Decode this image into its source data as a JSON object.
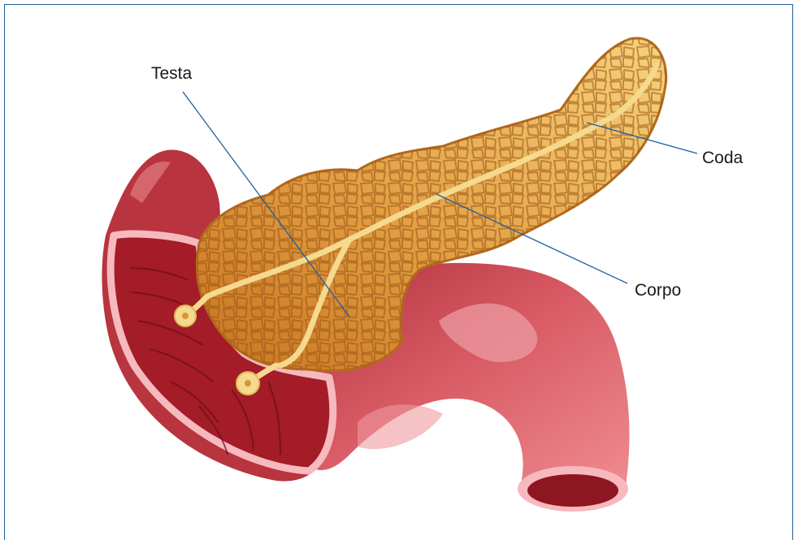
{
  "labels": {
    "head": "Testa",
    "body": "Corpo",
    "tail": "Coda"
  },
  "colors": {
    "frame_border": "#1f5f9a",
    "leader_line": "#1f5f9a",
    "pancreas_tail": "#f2c96b",
    "pancreas_head": "#d9892e",
    "pancreatic_duct": "#f5d98f",
    "duodenum_wall": "#d85a63",
    "duodenum_inner": "#9c1a24",
    "duodenum_rim": "#f7b8bd"
  }
}
